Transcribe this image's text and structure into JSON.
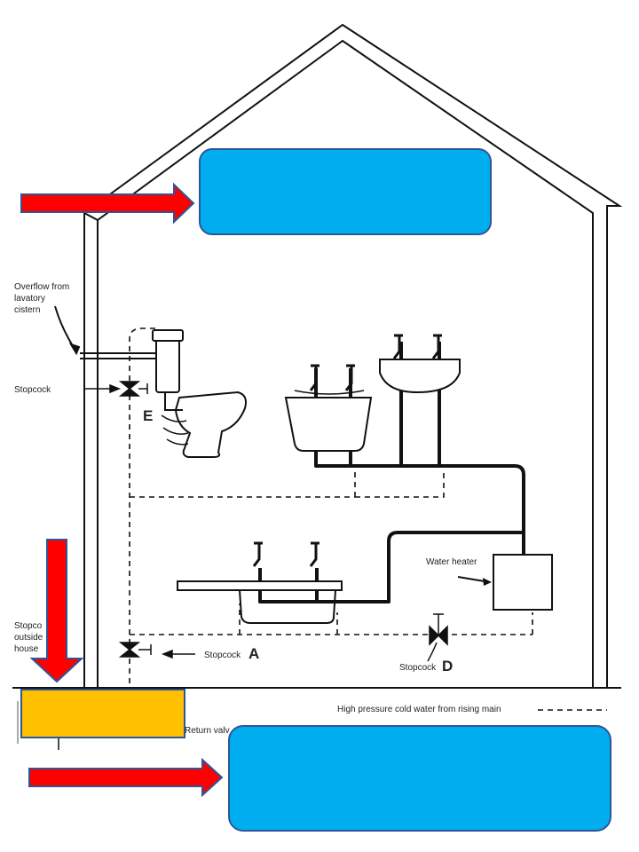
{
  "labels": {
    "overflow": [
      "Overflow from",
      "lavatory",
      "cistern"
    ],
    "stopcock_left": "Stopcock",
    "water_heater": "Water heater",
    "stopcock_outside": [
      "Stopco",
      "outside",
      "house"
    ],
    "stopcock_a": "Stopcock",
    "stopcock_d": "Stopcock",
    "return_valve": "Return valv",
    "legend_cold": "High pressure cold water from rising main"
  },
  "markers": {
    "E": "E",
    "A": "A",
    "D": "D"
  },
  "colors": {
    "blue_box": "#00aeef",
    "blue_border": "#2f5597",
    "orange_box": "#ffc000",
    "arrow_red": "#ff0000",
    "arrow_outline": "#2f5597",
    "line": "#111111"
  }
}
